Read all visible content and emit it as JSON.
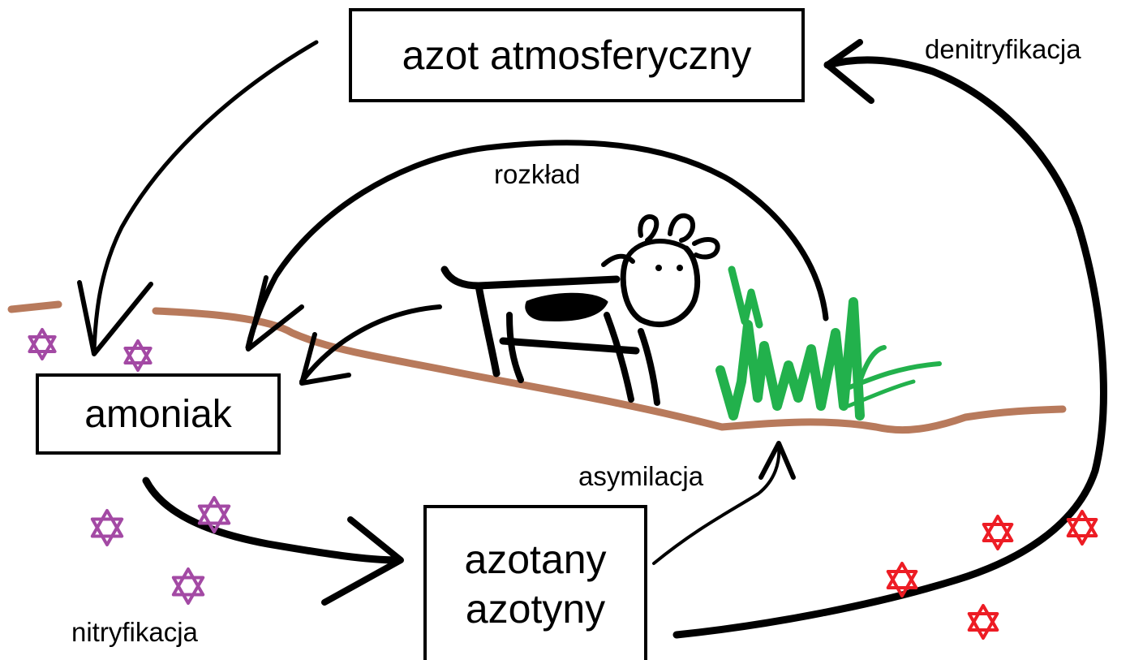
{
  "boxes": {
    "atmospheric": "azot atmosferyczny",
    "ammonia": "amoniak",
    "nitrates_line1": "azotany",
    "nitrates_line2": "azotyny"
  },
  "process_labels": {
    "denitrification": "denitryfikacja",
    "decomposition": "rozkład",
    "assimilation": "asymilacja",
    "nitrification": "nitryfikacja"
  },
  "colors": {
    "arrow": "#000000",
    "soil": "#b87a5c",
    "grass": "#22b14c",
    "nitrifying_bacteria": "#a349a4",
    "denitrifying_bacteria": "#ed1c24"
  },
  "icons": [
    "cow-icon",
    "grass-icon",
    "star-of-david-icon"
  ]
}
